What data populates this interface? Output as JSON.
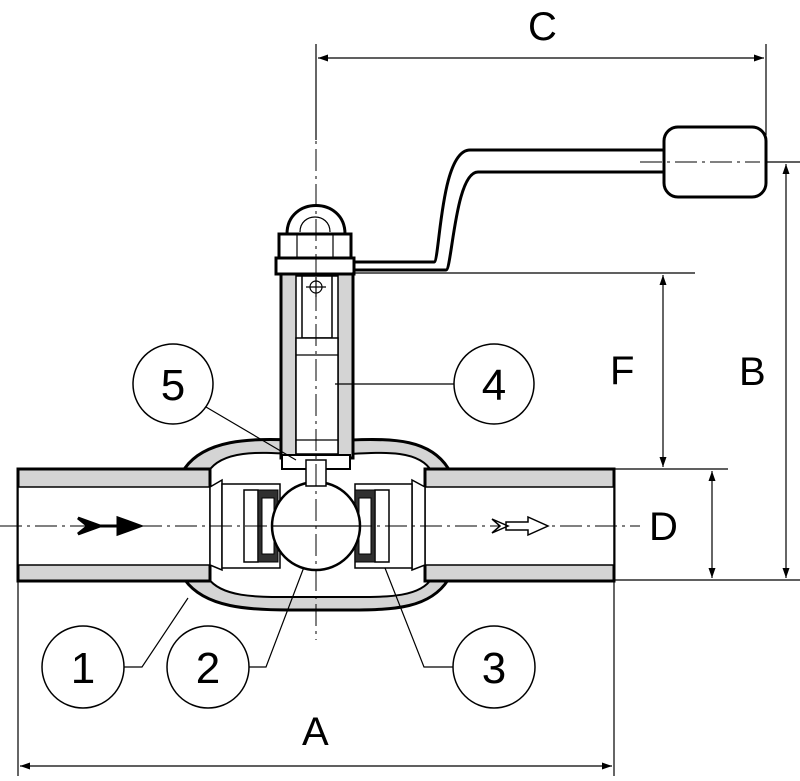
{
  "dimension_labels": {
    "a": "A",
    "b": "B",
    "c": "C",
    "d": "D",
    "f": "F"
  },
  "callouts": [
    "1",
    "2",
    "3",
    "4",
    "5"
  ],
  "colors": {
    "stroke": "#000000",
    "body_fill": "#d4d4d4",
    "seal_fill": "#303030",
    "background": "#ffffff"
  }
}
